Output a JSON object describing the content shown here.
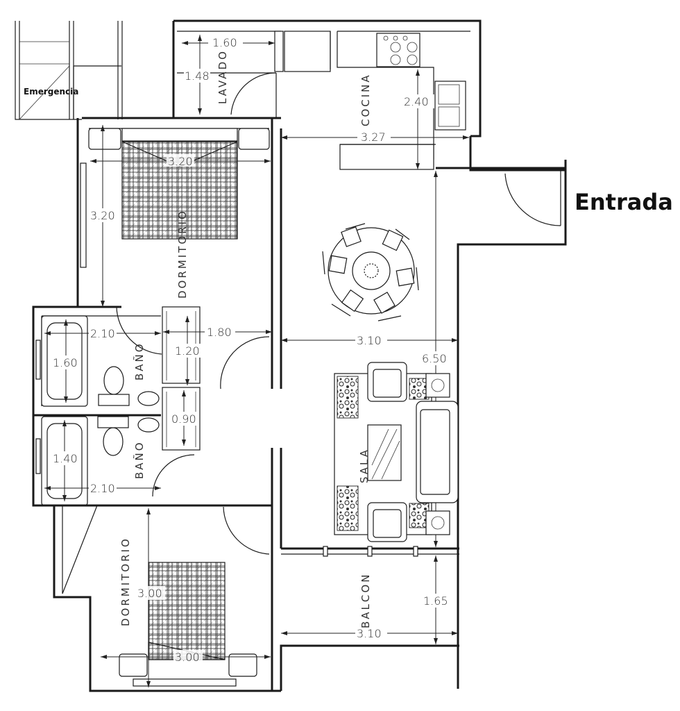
{
  "labels": {
    "entrada": "Entrada",
    "emergencia": "Emergencia"
  },
  "rooms": {
    "lavado": "LAVADO",
    "cocina": "COCINA",
    "dormitorio_1": "DORMITORIO",
    "dormitorio_2": "DORMITORIO",
    "bano_1": "BAÑO",
    "bano_2": "BAÑO",
    "sala": "SALA",
    "balcon": "BALCON"
  },
  "dimensions": {
    "lavado_width": "1.60",
    "lavado_depth": "1.48",
    "cocina_depth": "2.40",
    "cocina_width": "3.27",
    "dorm1_width": "3.20",
    "dorm1_depth": "3.20",
    "hall_width": "1.80",
    "living_width": "3.10",
    "living_depth": "6.50",
    "bano1_width": "2.10",
    "bano1_depth": "1.60",
    "closet1": "1.20",
    "closet2": "0.90",
    "bano2_depth": "1.40",
    "bano2_width": "2.10",
    "dorm2_depth": "3.00",
    "dorm2_width": "3.00",
    "balcon_depth": "1.65",
    "balcon_width": "3.10"
  }
}
